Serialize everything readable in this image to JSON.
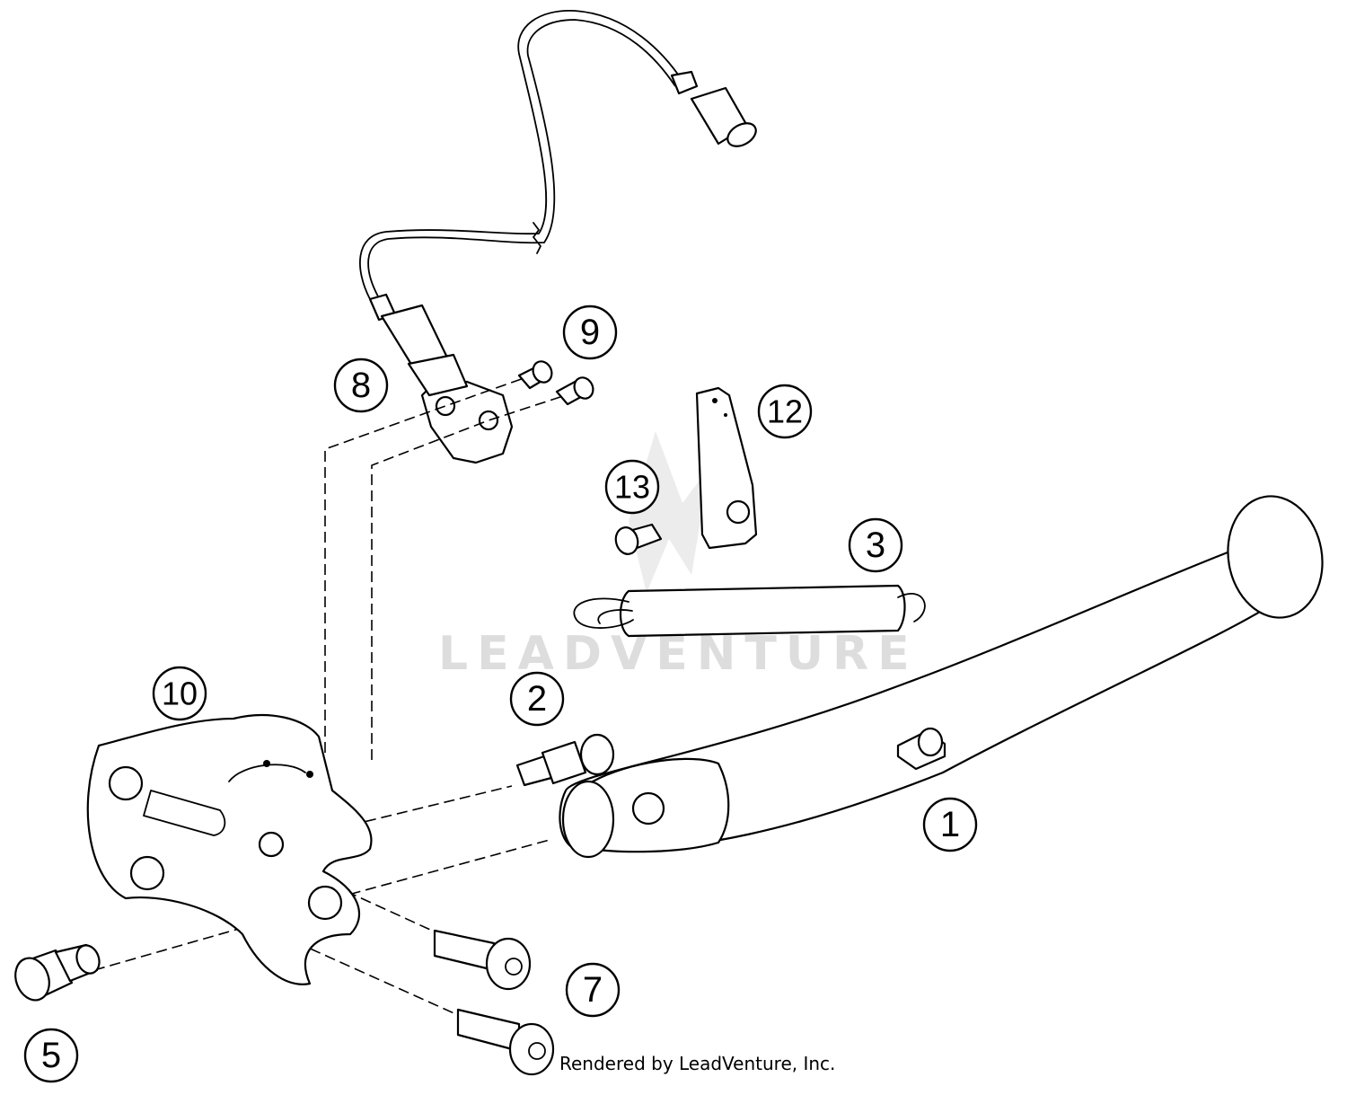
{
  "callouts": [
    {
      "number": "1",
      "part": "side-stand-leg"
    },
    {
      "number": "2",
      "part": "stand-bolt-stud"
    },
    {
      "number": "3",
      "part": "return-spring"
    },
    {
      "number": "5",
      "part": "collar-bushing"
    },
    {
      "number": "7",
      "part": "mounting-screws"
    },
    {
      "number": "8",
      "part": "side-stand-switch"
    },
    {
      "number": "9",
      "part": "switch-screws"
    },
    {
      "number": "10",
      "part": "stand-bracket"
    },
    {
      "number": "12",
      "part": "switch-cam-plate"
    },
    {
      "number": "13",
      "part": "cam-screw"
    }
  ],
  "watermark": {
    "text": "LEADVENTURE",
    "color": "#d2d2d2"
  },
  "credit": "Rendered by LeadVenture, Inc."
}
